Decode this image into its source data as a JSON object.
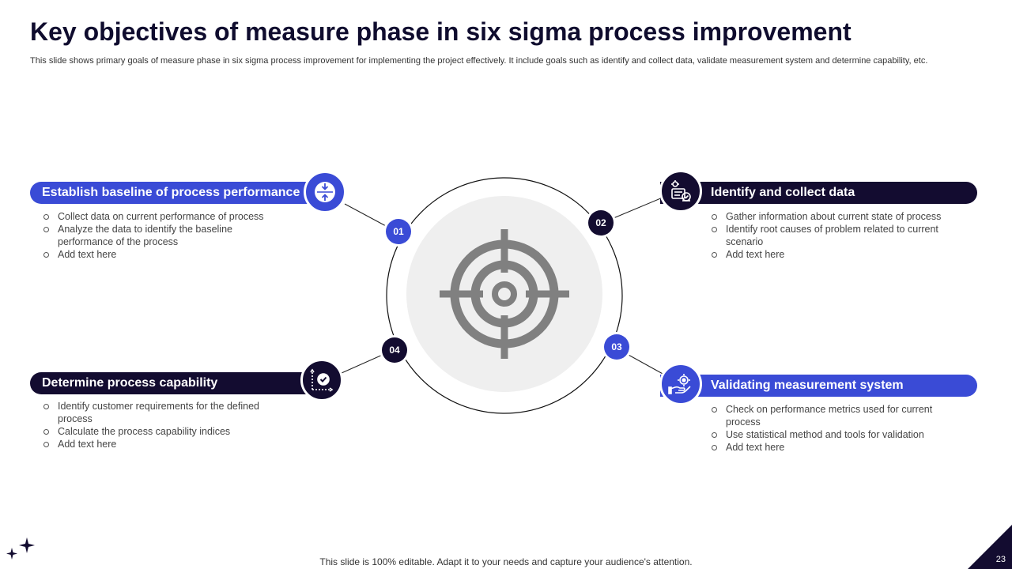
{
  "slide": {
    "title": "Key objectives of measure phase in six sigma process improvement",
    "subtitle": "This slide shows primary goals of measure phase in six sigma process improvement for implementing the project effectively. It include goals such as identify and collect data, validate measurement system and determine capability, etc.",
    "footer": "This slide is 100% editable. Adapt it to your needs and capture your audience's attention.",
    "page_number": "23"
  },
  "colors": {
    "blue": "#3a4bd6",
    "navy": "#130c30",
    "target": "#808080",
    "center_fill": "#efefef"
  },
  "center": {
    "icon": "target-icon"
  },
  "objectives": [
    {
      "number": "01",
      "title": "Establish baseline of process performance",
      "icon": "compress-arrows-icon",
      "color": "blue",
      "points": [
        "Collect data on current performance of process",
        "Analyze the data to identify the baseline performance of the process",
        "Add text here"
      ]
    },
    {
      "number": "02",
      "title": "Identify and collect data",
      "icon": "data-analysis-icon",
      "color": "navy",
      "points": [
        "Gather information about current state of process",
        "Identify root causes of problem related to current scenario",
        "Add text here"
      ]
    },
    {
      "number": "03",
      "title": "Validating measurement system",
      "icon": "hand-gear-icon",
      "color": "blue",
      "points": [
        "Check on performance metrics used for current process",
        "Use statistical method and tools for validation",
        "Add text here"
      ]
    },
    {
      "number": "04",
      "title": "Determine process capability",
      "icon": "chart-check-icon",
      "color": "navy",
      "points": [
        "Identify customer requirements for the defined process",
        "Calculate the process capability indices",
        "Add text here"
      ]
    }
  ]
}
